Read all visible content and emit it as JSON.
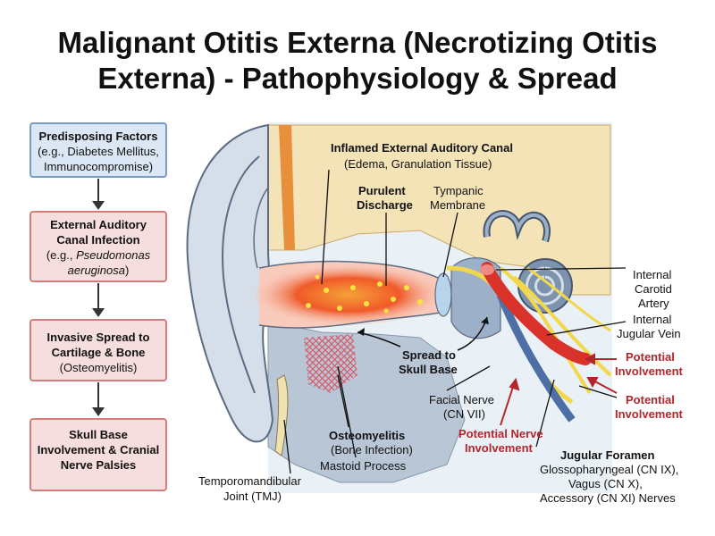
{
  "title": {
    "line1": "Malignant Otitis Externa (Necrotizing Otitis",
    "line2": "Externa) - Pathophysiology & Spread"
  },
  "flowchart": {
    "steps": [
      {
        "heading": "Predisposing Factors",
        "detail": "(e.g., Diabetes Mellitus, Immunocompromise)"
      },
      {
        "heading": "External Auditory Canal Infection",
        "detail_prefix": "(e.g., ",
        "detail_italic": "Pseudomonas aeruginosa",
        "detail_suffix": ")"
      },
      {
        "heading": "Invasive Spread to Cartilage & Bone",
        "detail": "(Osteomyelitis)"
      },
      {
        "heading": "Skull Base Involvement & Cranial Nerve Palsies",
        "detail": ""
      }
    ]
  },
  "labels": {
    "canal_title": "Inflamed External Auditory Canal",
    "canal_detail": "(Edema, Granulation Tissue)",
    "purulent": "Purulent",
    "discharge": "Discharge",
    "tympanic_1": "Tympanic",
    "tympanic_2": "Membrane",
    "carotid_1": "Internal",
    "carotid_2": "Carotid",
    "carotid_3": "Artery",
    "jugular_vein_1": "Internal",
    "jugular_vein_2": "Jugular Vein",
    "potential_1": "Potential",
    "involvement_1": "Involvement",
    "potential_2": "Potential",
    "involvement_2": "Involvement",
    "spread_1": "Spread to",
    "spread_2": "Skull Base",
    "facial_1": "Facial Nerve",
    "facial_2": "(CN VII)",
    "potential_nerve_1": "Potential Nerve",
    "potential_nerve_2": "Involvement",
    "osteo_1": "Osteomyelitis",
    "osteo_2": "(Bone Infection)",
    "mastoid": "Mastoid Process",
    "tmj_1": "Temporomandibular",
    "tmj_2": "Joint (TMJ)",
    "foramen_title": "Jugular Foramen",
    "foramen_1": "Glossopharyngeal (CN IX),",
    "foramen_2": "Vagus (CN X),",
    "foramen_3": "Accessory (CN XI) Nerves"
  },
  "colors": {
    "bone": "#f5e3b8",
    "canal_infection": "#f05a28",
    "tissue": "#c8d3e0",
    "artery": "#d8322b",
    "nerve": "#f2d64b",
    "alert_text": "#b3262b"
  }
}
